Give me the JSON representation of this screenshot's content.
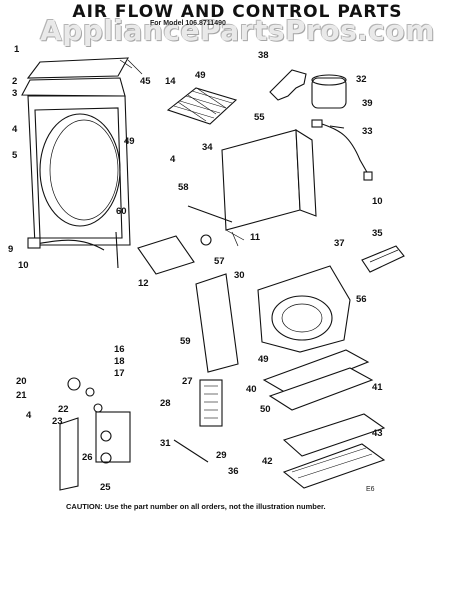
{
  "diagram": {
    "title": "AIR FLOW AND CONTROL PARTS",
    "subtitle": "For Model 106.8711490",
    "watermark": "AppliancePartsPros.com",
    "caution": "CAUTION: Use the part number on all orders, not the illustration number.",
    "corner_code": "E6"
  },
  "part_labels": {
    "p1": "1",
    "p2": "2",
    "p3": "3",
    "p4": "4",
    "p5": "5",
    "p45": "45",
    "p14": "14",
    "p49": "49",
    "p38": "38",
    "p32": "32",
    "p39": "39",
    "p55": "55",
    "p33": "33",
    "p34": "34",
    "p58": "58",
    "p10": "10",
    "p60": "60",
    "p11": "11",
    "p35": "35",
    "p37": "37",
    "p9": "9",
    "p57": "57",
    "p12": "12",
    "p30": "30",
    "p56": "56",
    "p59": "59",
    "p16": "16",
    "p18": "18",
    "p17": "17",
    "p20": "20",
    "p21": "21",
    "p22": "22",
    "p23": "23",
    "p26": "26",
    "p28": "28",
    "p27": "27",
    "p40": "40",
    "p41": "41",
    "p50": "50",
    "p43": "43",
    "p31": "31",
    "p29": "29",
    "p36": "36",
    "p42": "42",
    "p25": "25"
  }
}
